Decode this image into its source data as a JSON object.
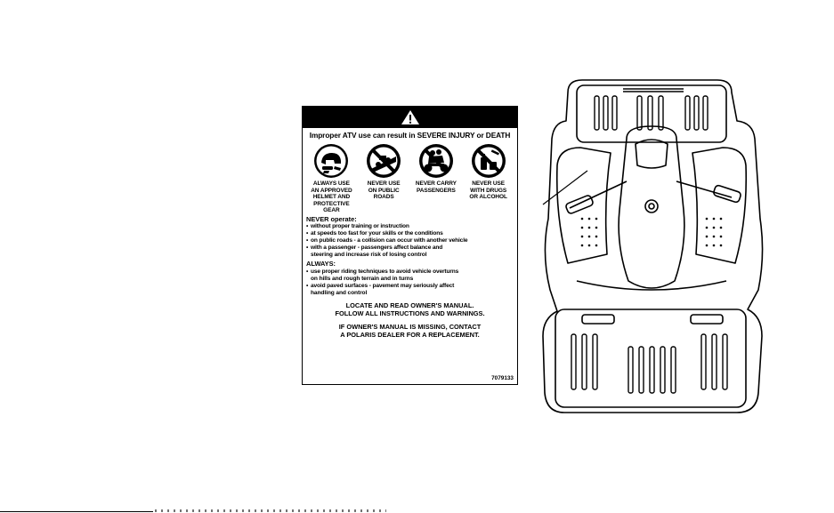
{
  "warning_label": {
    "headline": "Improper ATV use can result in SEVERE INJURY or DEATH",
    "pictograms": [
      {
        "icon": "helmet-gear-icon",
        "caption": "ALWAYS USE\nAN APPROVED\nHELMET AND\nPROTECTIVE\nGEAR"
      },
      {
        "icon": "no-public-roads-icon",
        "caption": "NEVER USE\nON PUBLIC\nROADS"
      },
      {
        "icon": "no-passengers-icon",
        "caption": "NEVER CARRY\nPASSENGERS"
      },
      {
        "icon": "no-drugs-alcohol-icon",
        "caption": "NEVER USE\nWITH DRUGS\nOR ALCOHOL"
      }
    ],
    "never_heading": "NEVER operate:",
    "never_items": [
      "without proper training or instruction",
      "at speeds too fast for your skills or the conditions",
      "on public roads - a collision can occur with another vehicle",
      "with a passenger - passengers affect balance and"
    ],
    "never_item_4_cont": "steering and increase risk of losing control",
    "always_heading": "ALWAYS:",
    "always_items": [
      "use proper riding techniques to avoid vehicle overturns",
      "avoid paved surfaces - pavement may seriously affect"
    ],
    "always_item_1_cont": "on hills and rough terrain and in turns",
    "always_item_2_cont": "handling and control",
    "manual_line_1": "LOCATE AND READ OWNER'S MANUAL.",
    "manual_line_2": "FOLLOW ALL INSTRUCTIONS AND WARNINGS.",
    "missing_line_1": "IF OWNER'S MANUAL IS MISSING, CONTACT",
    "missing_line_2": "A POLARIS DEALER FOR A REPLACEMENT.",
    "part_number": "7079133"
  },
  "illustration": {
    "subject": "atv-top-view",
    "callout": "leader-line-to-label-location"
  }
}
